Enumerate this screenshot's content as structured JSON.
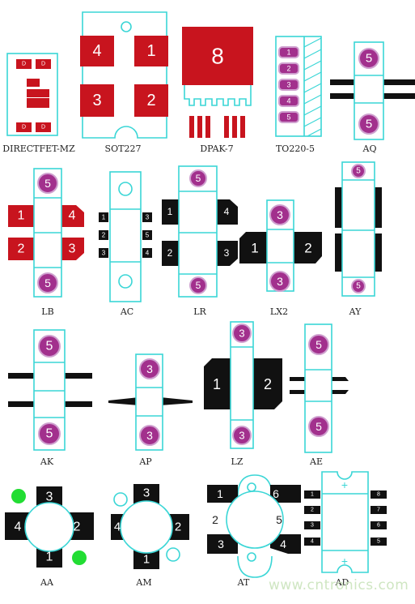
{
  "colors": {
    "outline": "#3ad6d6",
    "pad_red": "#c8141e",
    "pad_black": "#111111",
    "via_purple": "#a2308d",
    "via_ring": "#cfa0cf",
    "pad_green": "#22dd33",
    "watermark": "#cfe6c2"
  },
  "packages": [
    {
      "id": "directfet-mz",
      "label": "DIRECTFET-MZ",
      "pads": [
        "D",
        "D",
        "D",
        "D"
      ]
    },
    {
      "id": "sot227",
      "label": "SOT227",
      "pads": [
        "4",
        "1",
        "3",
        "2"
      ]
    },
    {
      "id": "dpak-7",
      "label": "DPAK-7",
      "pads": [
        "8"
      ]
    },
    {
      "id": "to220-5",
      "label": "TO220-5",
      "pads": [
        "1",
        "2",
        "3",
        "4",
        "5"
      ]
    },
    {
      "id": "aq",
      "label": "AQ",
      "pads": [
        "5",
        "5"
      ]
    },
    {
      "id": "lb",
      "label": "LB",
      "pads": [
        "5",
        "1",
        "4",
        "2",
        "3",
        "5"
      ]
    },
    {
      "id": "ac",
      "label": "AC",
      "pads": [
        "1",
        "3",
        "2",
        "5",
        "3",
        "4"
      ]
    },
    {
      "id": "lr",
      "label": "LR",
      "pads": [
        "5",
        "1",
        "4",
        "2",
        "3",
        "5"
      ]
    },
    {
      "id": "lx2",
      "label": "LX2",
      "pads": [
        "3",
        "1",
        "2",
        "3"
      ]
    },
    {
      "id": "ay",
      "label": "AY",
      "pads": [
        "5",
        "5"
      ]
    },
    {
      "id": "ak",
      "label": "AK",
      "pads": [
        "5",
        "5"
      ]
    },
    {
      "id": "ap",
      "label": "AP",
      "pads": [
        "3",
        "3"
      ]
    },
    {
      "id": "lz",
      "label": "LZ",
      "pads": [
        "3",
        "1",
        "2",
        "3"
      ]
    },
    {
      "id": "ae",
      "label": "AE",
      "pads": [
        "5",
        "5"
      ]
    },
    {
      "id": "aa",
      "label": "AA",
      "pads": [
        "3",
        "4",
        "2",
        "1"
      ]
    },
    {
      "id": "am",
      "label": "AM",
      "pads": [
        "3",
        "4",
        "2",
        "1"
      ]
    },
    {
      "id": "at",
      "label": "AT",
      "pads": [
        "1",
        "6",
        "2",
        "5",
        "3",
        "4"
      ]
    },
    {
      "id": "ad",
      "label": "AD",
      "pads": [
        "1",
        "8",
        "2",
        "7",
        "3",
        "6",
        "4",
        "5"
      ]
    }
  ],
  "watermark": "www.cntronics.com"
}
